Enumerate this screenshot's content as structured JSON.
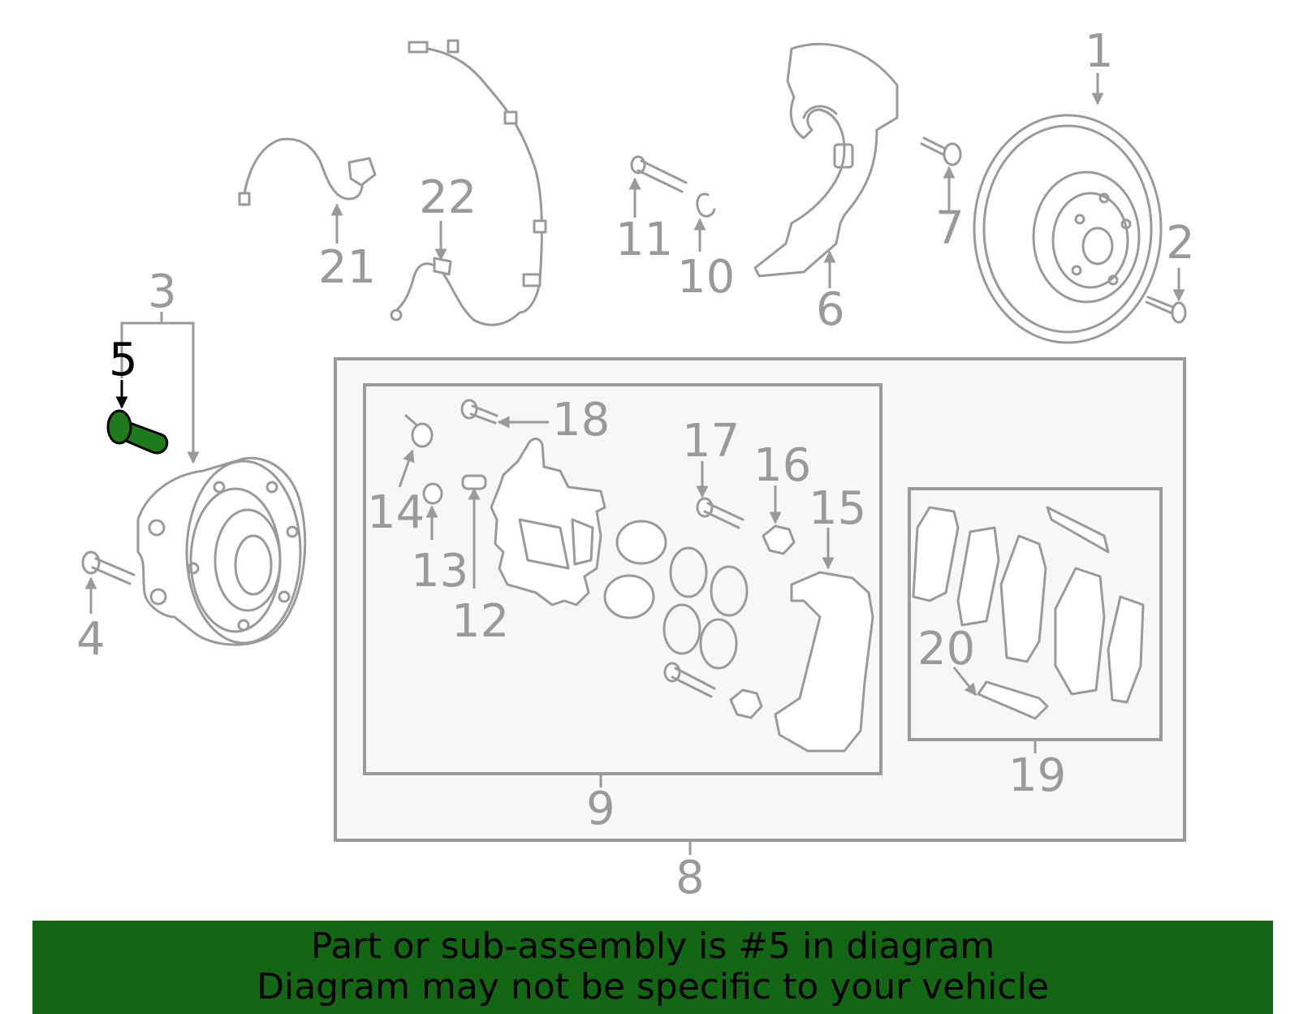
{
  "callouts": {
    "c1": "1",
    "c2": "2",
    "c3": "3",
    "c4": "4",
    "c5": "5",
    "c6": "6",
    "c7": "7",
    "c8": "8",
    "c9": "9",
    "c10": "10",
    "c11": "11",
    "c12": "12",
    "c13": "13",
    "c14": "14",
    "c15": "15",
    "c16": "16",
    "c17": "17",
    "c18": "18",
    "c19": "19",
    "c20": "20",
    "c21": "21",
    "c22": "22"
  },
  "highlight": {
    "part_number": "5",
    "color": "#1d7a1d"
  },
  "banner": {
    "line1": "Part or sub-assembly is #5 in diagram",
    "line2": "Diagram may not be specific to your vehicle",
    "background": "#136613"
  }
}
